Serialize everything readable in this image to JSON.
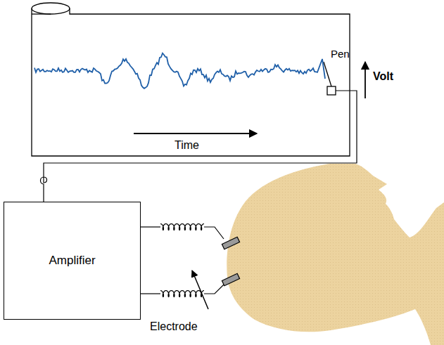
{
  "diagram": {
    "nodes": [
      {
        "text": [
          "Amplifier"
        ]
      }
    ],
    "labels": [
      "Pen",
      "Volt",
      "Time",
      "Electrode"
    ]
  }
}
